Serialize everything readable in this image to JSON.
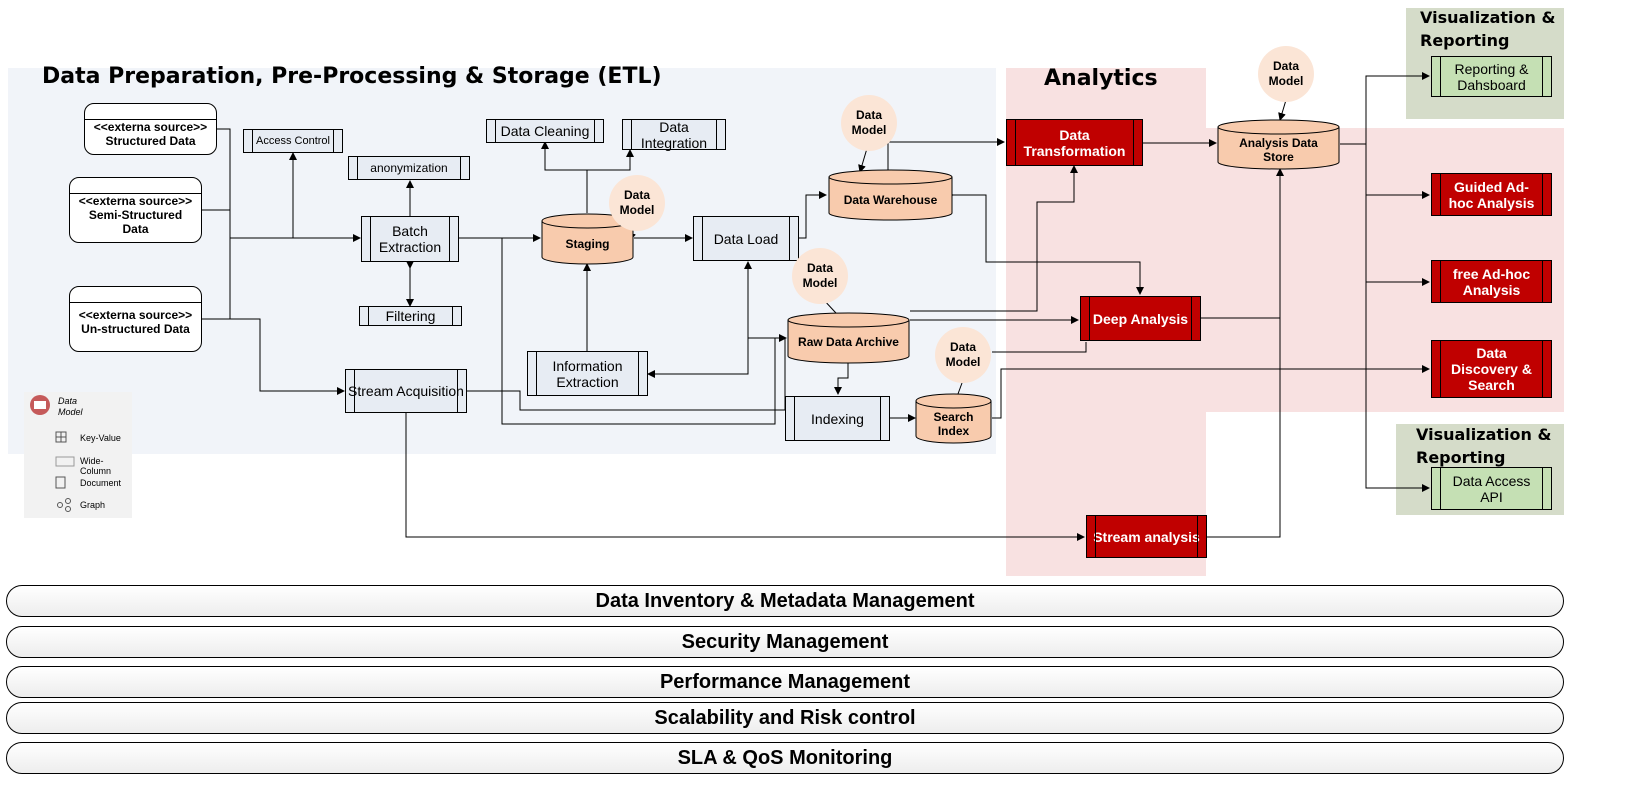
{
  "regions": {
    "etl_title": "Data Preparation, Pre-Processing & Storage (ETL)",
    "analytics_title": "Analytics",
    "viz_top_title": "Visualization & Reporting",
    "viz_bottom_title": "Visualization & Reporting"
  },
  "sources": [
    {
      "tag": "<<externa source>>",
      "name": "Structured Data"
    },
    {
      "tag": "<<externa source>>",
      "name": "Semi-Structured Data"
    },
    {
      "tag": "<<externa source>>",
      "name": "Un-structured Data"
    }
  ],
  "processes": {
    "access_control": "Access Control",
    "anonymization": "anonymization",
    "batch_extraction": "Batch Extraction",
    "filtering": "Filtering",
    "stream_acquisition": "Stream Acquisition",
    "data_cleaning": "Data Cleaning",
    "data_integration": "Data Integration",
    "information_extraction": "Information Extraction",
    "data_load": "Data Load",
    "indexing": "Indexing"
  },
  "stores": {
    "staging": "Staging",
    "data_warehouse": "Data Warehouse",
    "raw_data_archive": "Raw Data Archive",
    "search_index": "Search Index",
    "analysis_data_store": "Analysis Data Store"
  },
  "data_model_label": "Data Model",
  "analytics": {
    "data_transformation": "Data Transformation",
    "deep_analysis": "Deep Analysis",
    "stream_analysis": "Stream analysis"
  },
  "outputs": {
    "reporting_dashboard": "Reporting & Dahsboard",
    "guided_adhoc": "Guided Ad-hoc Analysis",
    "free_adhoc": "free Ad-hoc Analysis",
    "discovery_search": "Data Discovery & Search",
    "data_access_api": "Data Access API"
  },
  "legend": {
    "title": "Data Model",
    "items": [
      "Key-Value",
      "Wide-Column",
      "Document",
      "Graph"
    ]
  },
  "bands": [
    "Data Inventory &  Metadata Management",
    "Security Management",
    "Performance Management",
    "Scalability and Risk control",
    "SLA & QoS Monitoring"
  ],
  "colors": {
    "etl_bg": "#f1f4f9",
    "analytics_bg": "#f8e1e1",
    "viz_bg": "#d5dcc9",
    "process_fill": "#e7ecf3",
    "store_fill": "#f8cbad",
    "analytics_fill": "#c00000",
    "output_fill": "#c5e0b4",
    "data_model_fill": "#fbe5d6"
  }
}
